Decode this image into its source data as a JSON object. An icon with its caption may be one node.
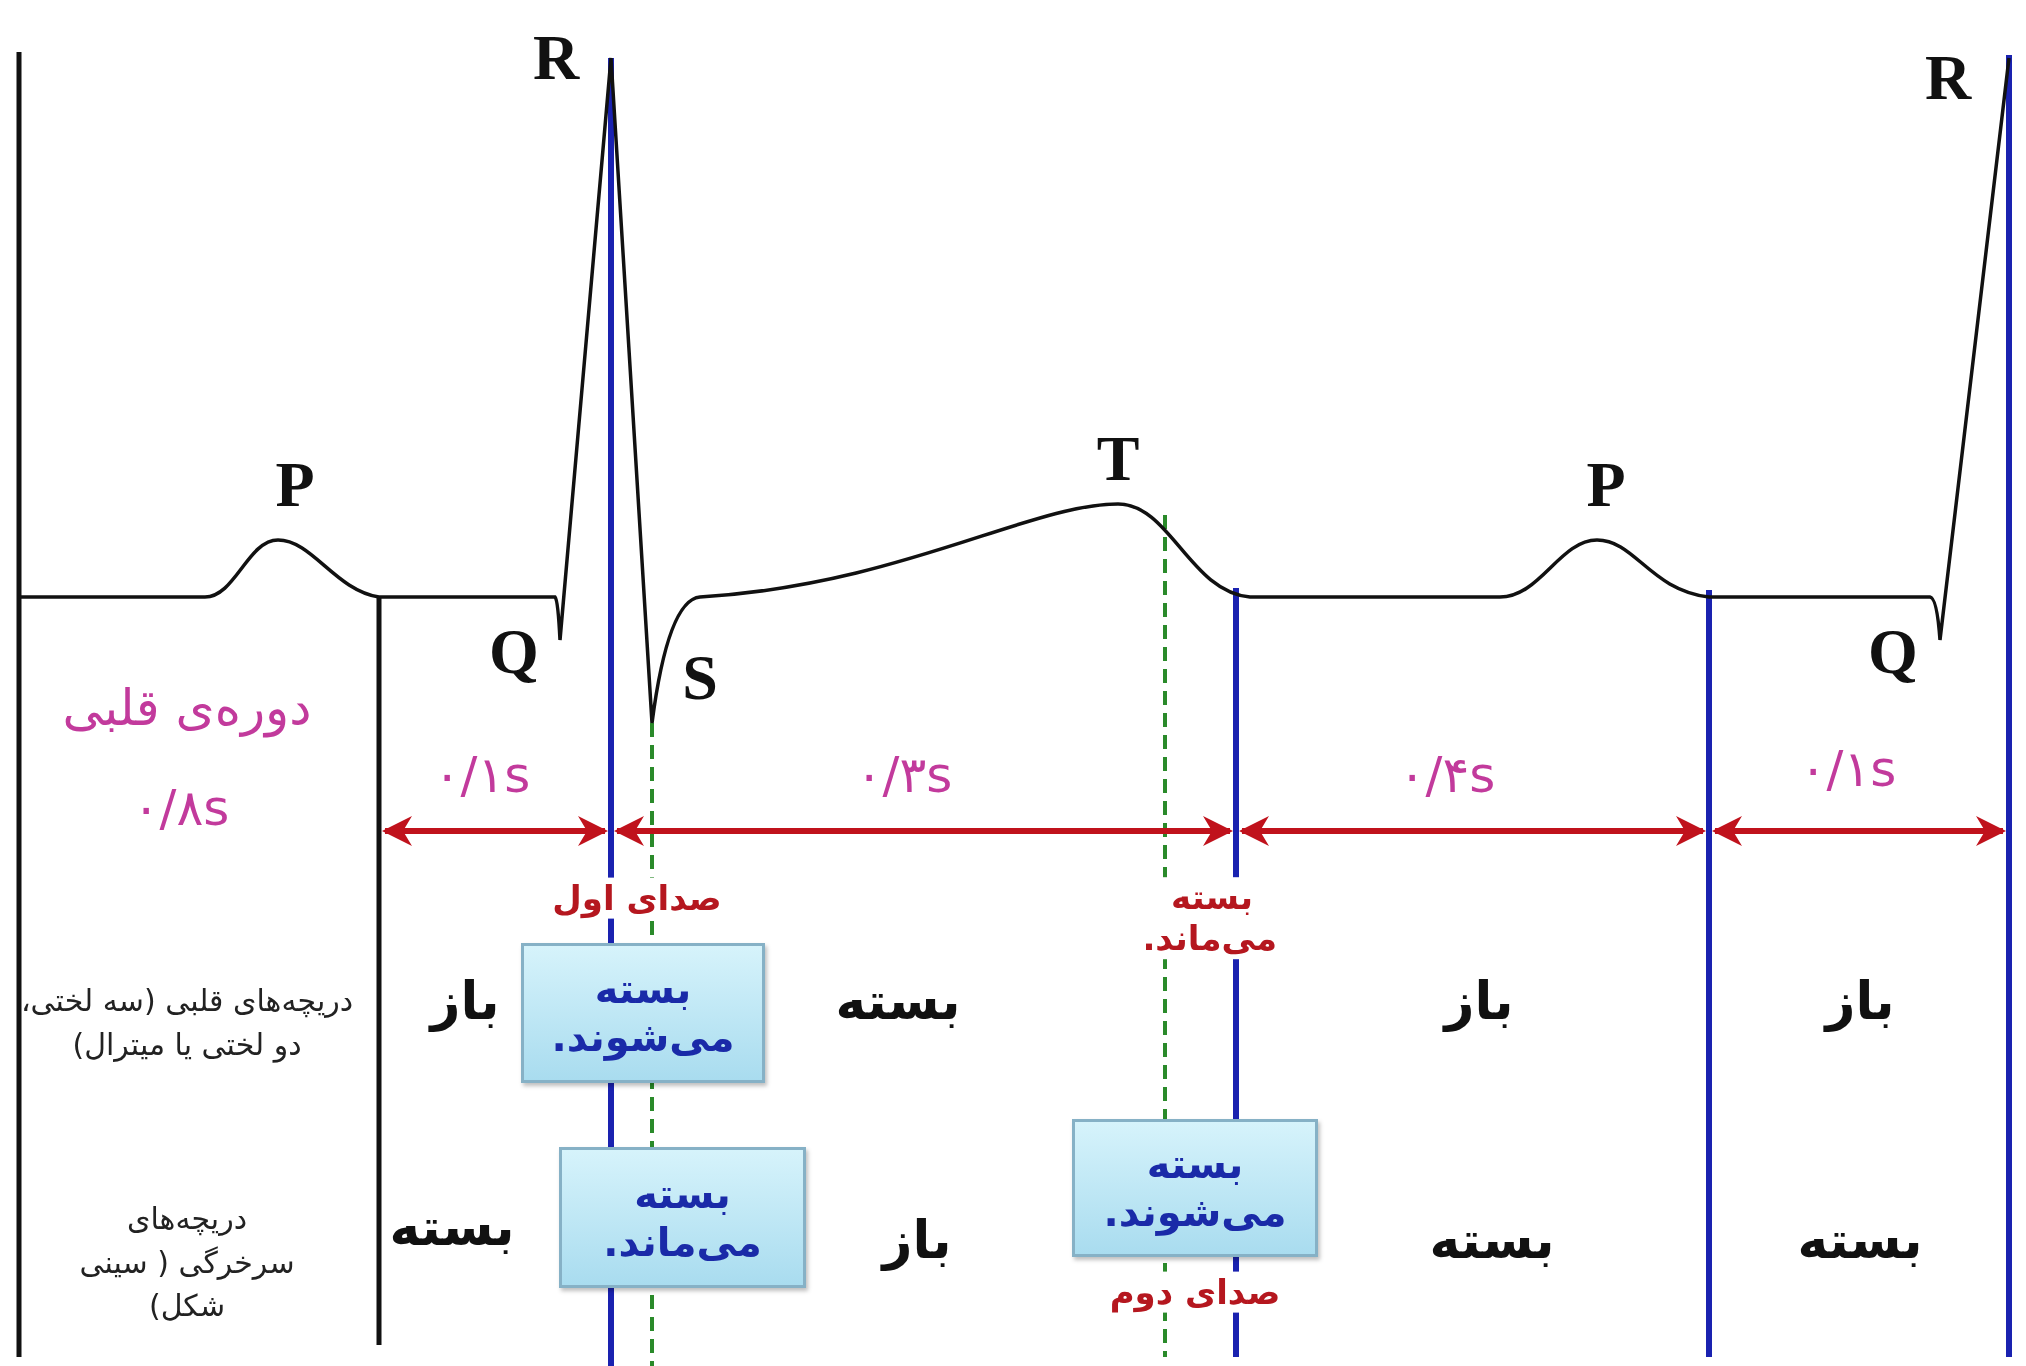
{
  "diagram": {
    "nodes": [
      {
        "text": [
          "بسته می‌شوند."
        ]
      },
      {
        "text": [
          "بسته می‌ماند."
        ]
      },
      {
        "text": [
          "بسته می‌شوند."
        ]
      }
    ],
    "labels": [
      "R",
      "R",
      "T",
      "P",
      "P",
      "Q",
      "S",
      "Q",
      "دوره‌ی قلبی",
      "۰/۱s",
      "۰/۳s",
      "۰/۴s",
      "۰/۱s",
      "۰/۸s",
      "صدای اول",
      "بسته می‌ماند.",
      "دریچه‌های قلبی (سه لختی، دو لختی یا میترال)",
      "باز",
      "بسته",
      "باز",
      "باز",
      "دریچه‌های سرخرگی ( سینی شکل)",
      "بسته",
      "باز",
      "بسته",
      "بسته",
      "صدای دوم"
    ]
  }
}
